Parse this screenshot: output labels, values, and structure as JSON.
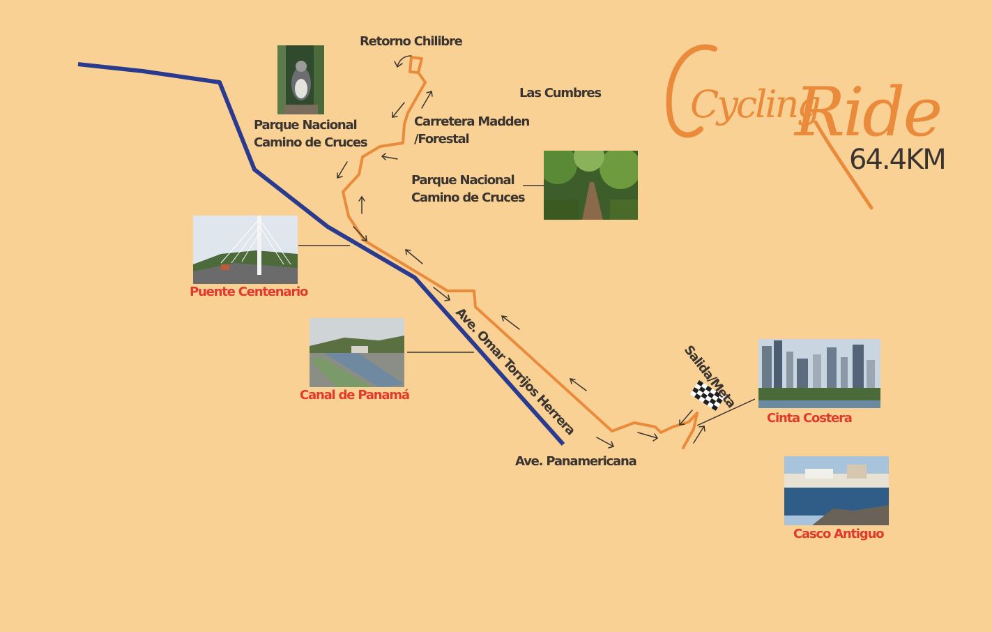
{
  "logo": {
    "word_cycling": "Cycling",
    "word_ride": "Ride",
    "distance": "64.4KM",
    "color": "#ea8a3b"
  },
  "route_color": "#ea8a3b",
  "highway_color": "#2a3a8f",
  "labels": {
    "retorno": "Retorno Chilibre",
    "las_cumbres": "Las Cumbres",
    "parque1_line1": "Parque Nacional",
    "parque1_line2": "Camino de Cruces",
    "carretera_line1": "Carretera Madden",
    "carretera_line2": "/Forestal",
    "parque2_line1": "Parque Nacional",
    "parque2_line2": "Camino de Cruces",
    "puente": "Puente Centenario",
    "canal": "Canal de Panamá",
    "ave_omar": "Ave. Omar Torrijos Herrera",
    "ave_panamericana": "Ave. Panamericana",
    "salida": "Salida/Meta",
    "cinta": "Cinta Costera",
    "casco": "Casco Antiguo"
  },
  "photos": {
    "eagle": "eagle-photo",
    "forest": "forest-trail-photo",
    "bridge": "bridge-photo",
    "canal": "canal-locks-photo",
    "city": "city-skyline-photo",
    "casco": "old-town-waterfront-photo"
  },
  "icons": {
    "finish": "checkered-flag-icon",
    "arrow": "direction-arrow-icon"
  }
}
